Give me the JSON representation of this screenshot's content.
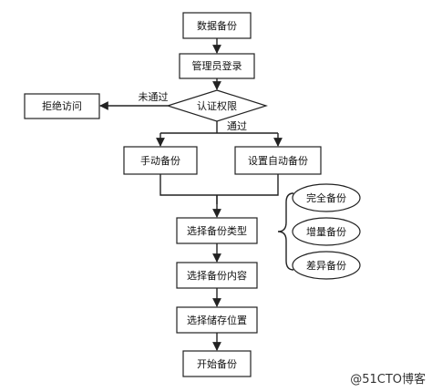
{
  "nodes": {
    "backup": "数据备份",
    "admin_login": "管理员登录",
    "auth": "认证权限",
    "deny": "拒绝访问",
    "manual": "手动备份",
    "auto": "设置自动备份",
    "select_type": "选择备份类型",
    "select_content": "选择备份内容",
    "select_location": "选择储存位置",
    "start": "开始备份",
    "full": "完全备份",
    "incremental": "增量备份",
    "differential": "差异备份"
  },
  "edges": {
    "fail_label": "未通过",
    "pass_label": "通过"
  },
  "watermark": "@51CTO博客"
}
